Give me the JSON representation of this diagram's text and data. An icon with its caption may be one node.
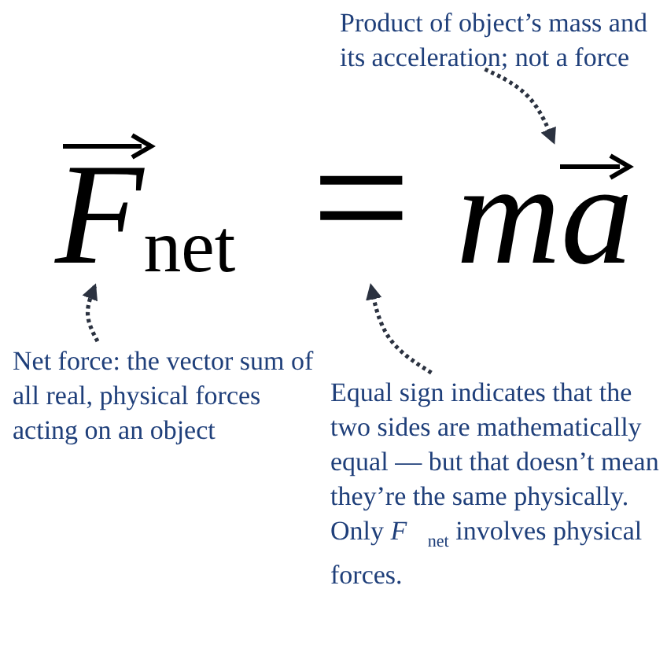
{
  "diagram": {
    "nodes": [
      {
        "text": [
          "Product of object’s mass and its acceleration; not a force"
        ]
      },
      {
        "text": [
          "*F*$_{net}$"
        ]
      },
      {
        "text": [
          "="
        ]
      },
      {
        "text": [
          "ma"
        ]
      },
      {
        "text": [
          "Net force: the vector sum of all real, physical forces acting on an object"
        ]
      },
      {
        "text": [
          "Equal sign indicates that the two sides are mathematically equal — but that doesn’t mean they’re the same physically.  Only *F⃗*$_{net}$ involves physical forces."
        ]
      }
    ],
    "edges": [
      {
        "from": 0,
        "to": 3,
        "arrow": "to",
        "style": "dashed"
      },
      {
        "from": 4,
        "to": 1,
        "arrow": "to",
        "style": "dashed"
      },
      {
        "from": 5,
        "to": 2,
        "arrow": "to",
        "style": "dashed"
      }
    ]
  }
}
